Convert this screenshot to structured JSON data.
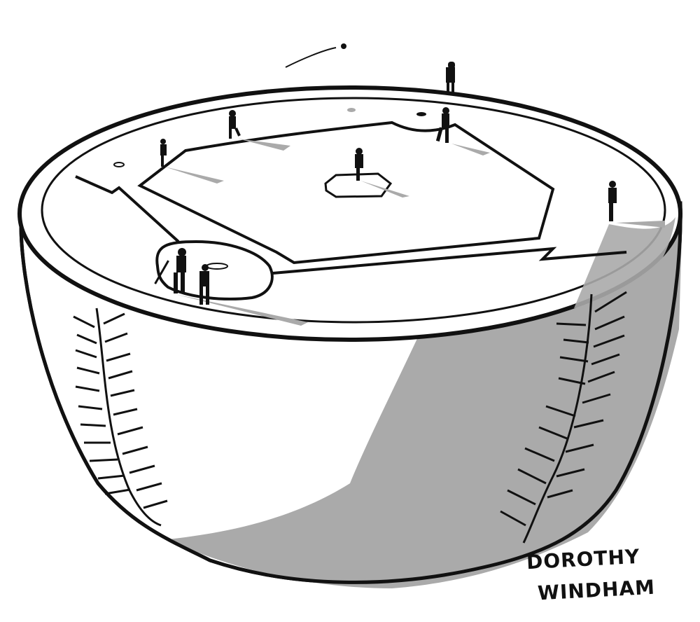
{
  "illustration": {
    "subject": "Half baseball with a baseball diamond on its cut surface",
    "colors": {
      "ink": "#111111",
      "shadow": "#aaaaaa",
      "paper": "#ffffff"
    },
    "elements": [
      "baseball-half-shell",
      "baseball-diamond",
      "pitchers-mound",
      "home-plate-circle",
      "players",
      "stitching-left",
      "stitching-right",
      "flying-ball"
    ]
  },
  "signature": {
    "line1": "DOROTHY",
    "line2": "WINDHAM"
  }
}
